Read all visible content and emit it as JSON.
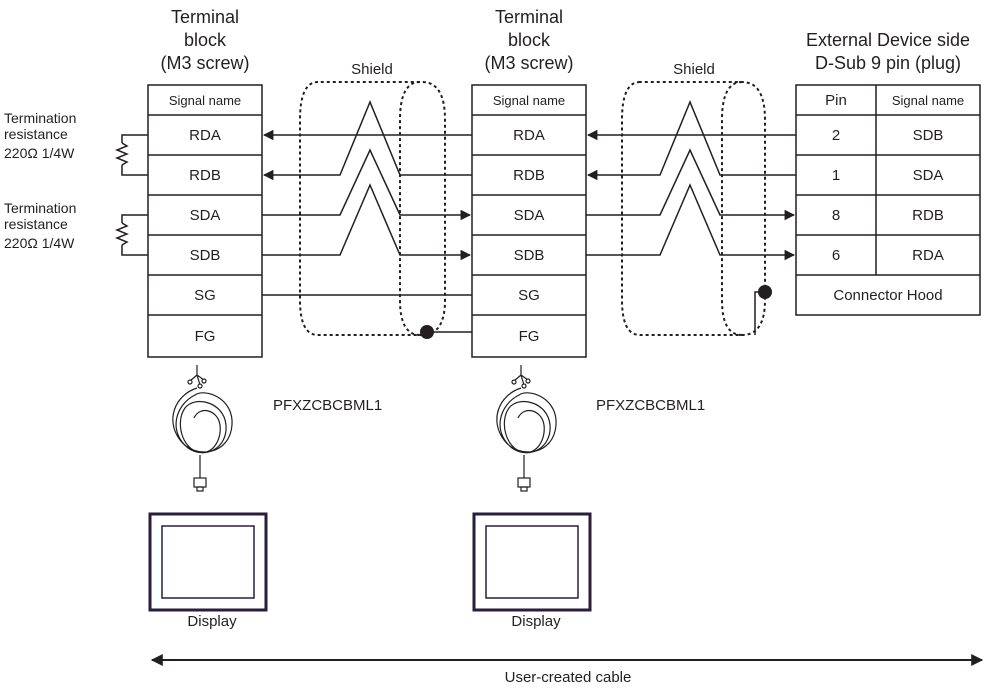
{
  "left_block": {
    "header": [
      "Terminal",
      "block",
      "(M3 screw)"
    ],
    "column_label": "Signal name",
    "rows": [
      "RDA",
      "RDB",
      "SDA",
      "SDB",
      "SG",
      "FG"
    ]
  },
  "middle_block": {
    "header": [
      "Terminal",
      "block",
      "(M3 screw)"
    ],
    "column_label": "Signal name",
    "rows": [
      "RDA",
      "RDB",
      "SDA",
      "SDB",
      "SG",
      "FG"
    ]
  },
  "external_device": {
    "header": [
      "External Device side",
      "D-Sub 9 pin (plug)"
    ],
    "col_pin": "Pin",
    "col_signal": "Signal name",
    "rows": [
      {
        "pin": "2",
        "signal": "SDB"
      },
      {
        "pin": "1",
        "signal": "SDA"
      },
      {
        "pin": "8",
        "signal": "RDB"
      },
      {
        "pin": "6",
        "signal": "RDA"
      }
    ],
    "hood": "Connector Hood"
  },
  "termination": [
    {
      "lines": [
        "Termination",
        "resistance",
        "220Ω 1/4W"
      ]
    },
    {
      "lines": [
        "Termination",
        "resistance",
        "220Ω 1/4W"
      ]
    }
  ],
  "shields": [
    "Shield",
    "Shield"
  ],
  "cables": [
    "PFXZCBCBML1",
    "PFXZCBCBML1"
  ],
  "displays": [
    "Display",
    "Display"
  ],
  "bottom_label": "User-created cable",
  "colors": {
    "line": "#231f20",
    "display_frame": "#2a1e3a"
  }
}
